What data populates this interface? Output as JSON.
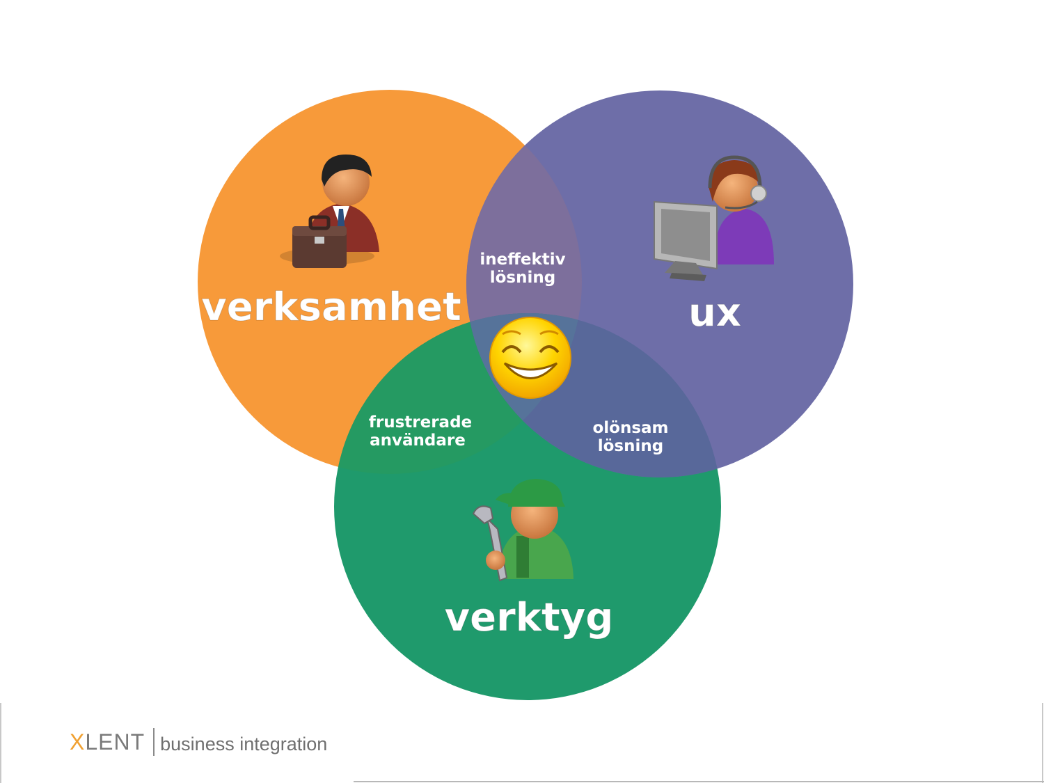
{
  "diagram": {
    "circles": [
      {
        "label": "verksamhet",
        "color": "#f79a3a",
        "icon": "businessman-briefcase-icon"
      },
      {
        "label": "ux",
        "color": "#6e6ea8",
        "icon": "support-agent-headset-icon"
      },
      {
        "label": "verktyg",
        "color": "#1f9a6c",
        "icon": "mechanic-wrench-icon"
      }
    ],
    "overlaps": {
      "verksamhet_ux": [
        "ineffektiv",
        "lösning"
      ],
      "verksamhet_verktyg": [
        "frustrerade",
        "användare"
      ],
      "ux_verktyg": [
        "olönsam",
        "lösning"
      ],
      "center_icon": "smiley-face-icon"
    }
  },
  "footer": {
    "logo_x": "X",
    "logo_rest": "LENT",
    "tagline": "business integration",
    "accent_color": "#f0a030"
  }
}
